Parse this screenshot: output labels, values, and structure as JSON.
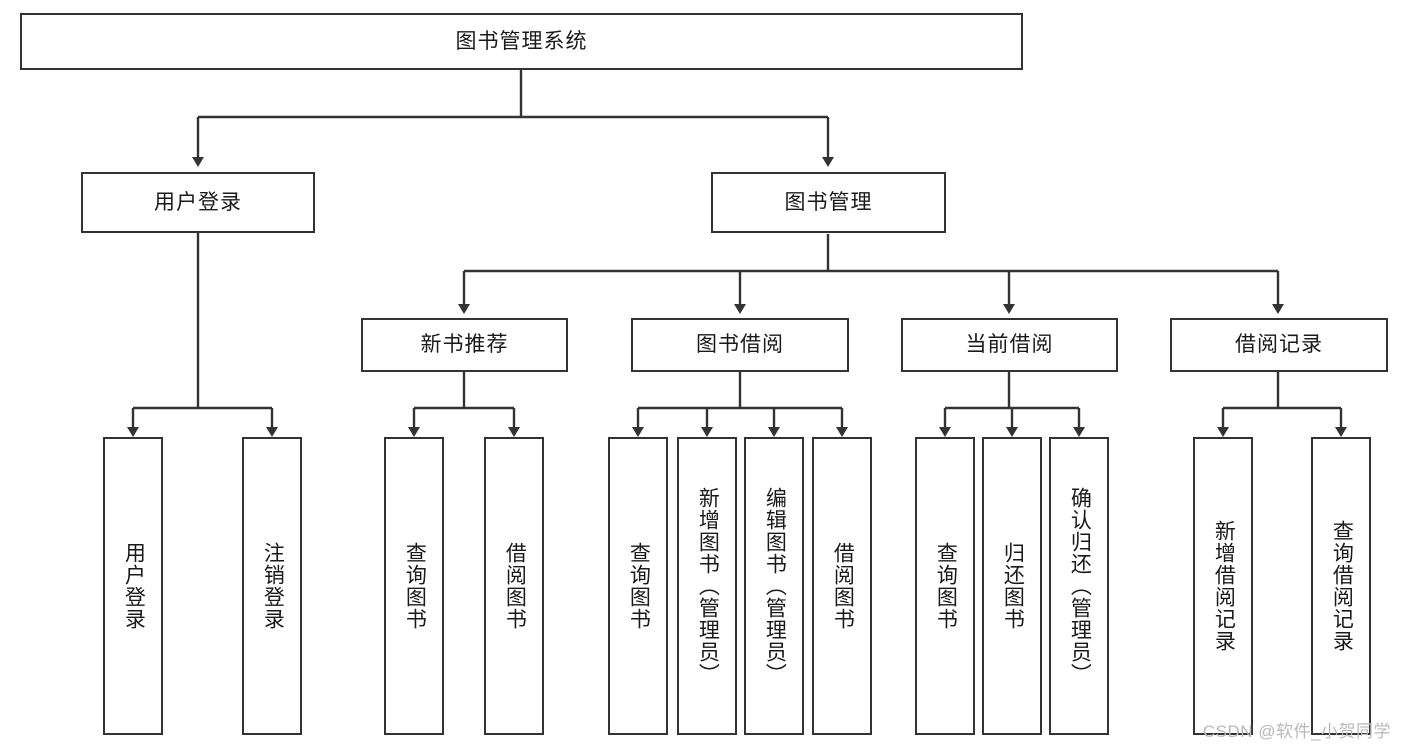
{
  "diagram": {
    "title": "图书管理系统",
    "type": "tree-hierarchy-chart",
    "colors": {
      "box_border": "#333333",
      "box_fill": "#ffffff",
      "connector": "#333333",
      "text": "#1a1a1a",
      "watermark": "#b9b9b9",
      "background": "#ffffff"
    }
  },
  "root": {
    "label": "图书管理系统"
  },
  "level2": [
    {
      "label": "用户登录"
    },
    {
      "label": "图书管理"
    }
  ],
  "level3": [
    {
      "label": "新书推荐"
    },
    {
      "label": "图书借阅"
    },
    {
      "label": "当前借阅"
    },
    {
      "label": "借阅记录"
    }
  ],
  "leaves": {
    "user_login": [
      {
        "label": "用户登录"
      },
      {
        "label": "注销登录"
      }
    ],
    "new_book_recommend": [
      {
        "label": "查询图书"
      },
      {
        "label": "借阅图书"
      }
    ],
    "book_borrow": [
      {
        "label": "查询图书"
      },
      {
        "label": "新增图书（管理员）"
      },
      {
        "label": "编辑图书（管理员）"
      },
      {
        "label": "借阅图书"
      }
    ],
    "current_borrow": [
      {
        "label": "查询图书"
      },
      {
        "label": "归还图书"
      },
      {
        "label": "确认归还（管理员）"
      }
    ],
    "borrow_record": [
      {
        "label": "新增借阅记录"
      },
      {
        "label": "查询借阅记录"
      }
    ]
  },
  "watermark": {
    "text": "CSDN @软件_小贺同学"
  }
}
